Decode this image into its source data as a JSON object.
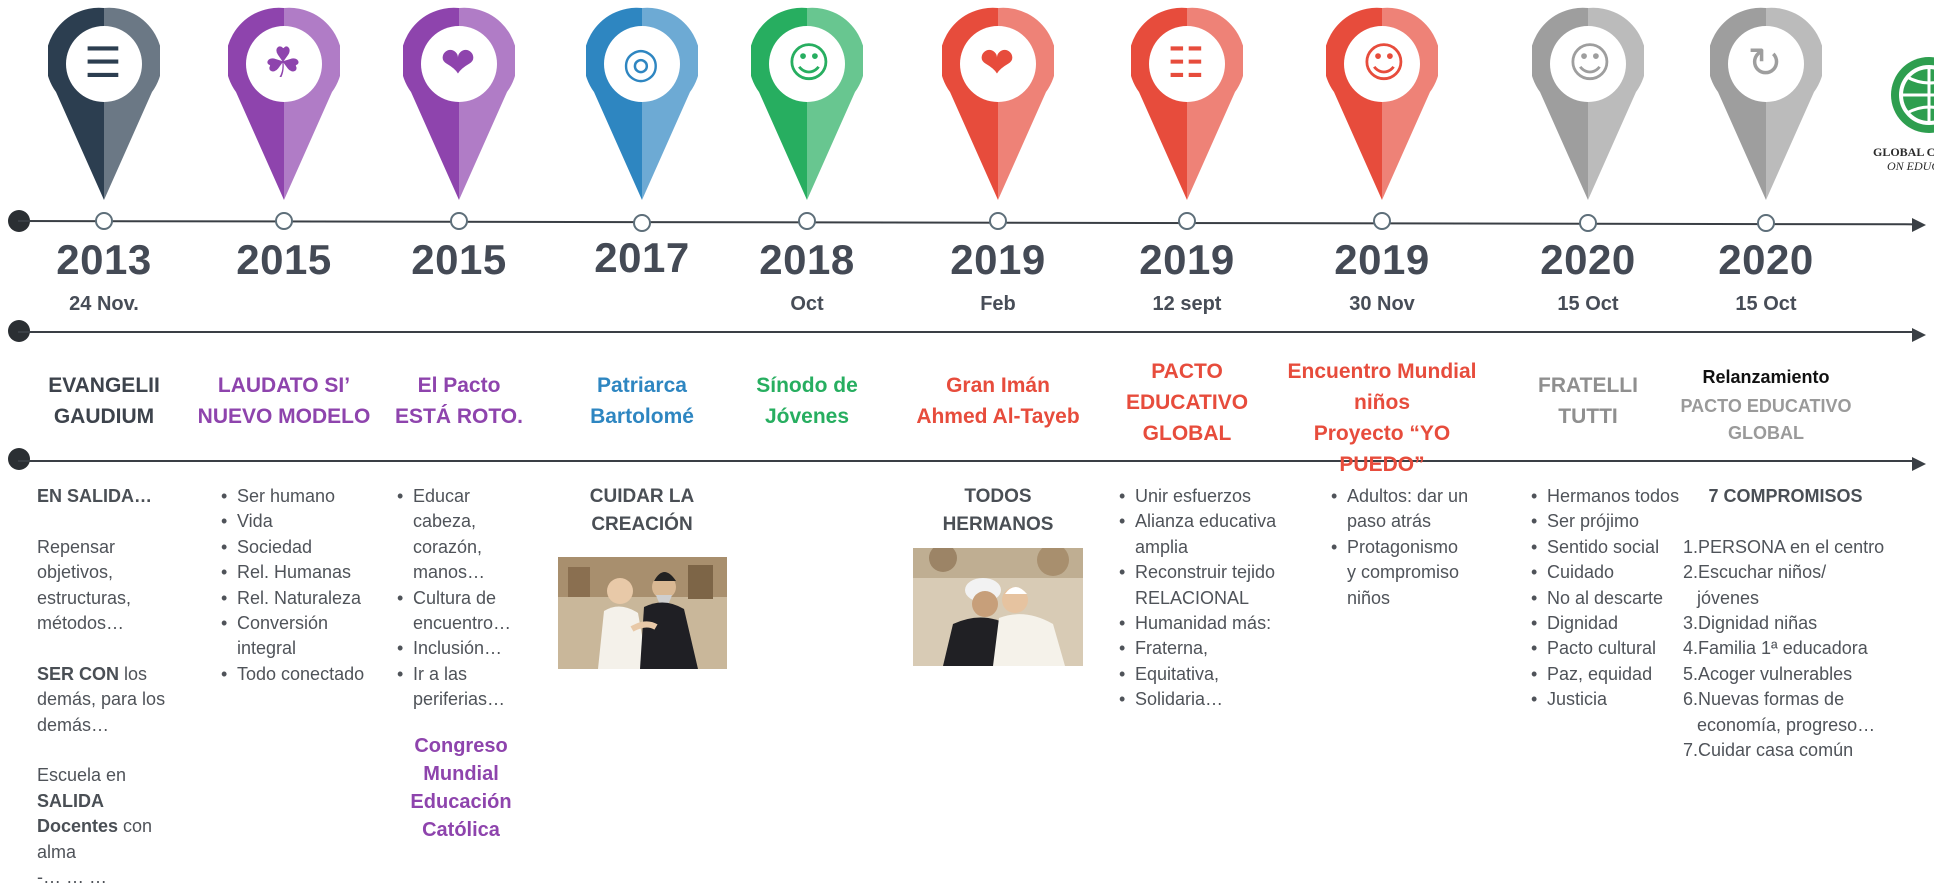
{
  "colors": {
    "dark": "#2c3e50",
    "purple": "#8e44ad",
    "blue": "#2e86c1",
    "green": "#27ae60",
    "red": "#e74c3c",
    "gray": "#9e9e9e"
  },
  "timeline": [
    {
      "year": "2013",
      "date": "24 Nov.",
      "title_lines": [
        "EVANGELII",
        "GAUDIUM"
      ],
      "icon": "book-icon",
      "color": "#2c3e50"
    },
    {
      "year": "2015",
      "date": "",
      "title_lines": [
        "LAUDATO SI’",
        "NUEVO MODELO"
      ],
      "icon": "leaf-icon",
      "color": "#8e44ad"
    },
    {
      "year": "2015",
      "date": "",
      "title_lines": [
        "El Pacto",
        "ESTÁ ROTO."
      ],
      "icon": "handshake-icon",
      "color": "#8e44ad"
    },
    {
      "year": "2017",
      "date": "",
      "title_lines": [
        "Patriarca",
        "Bartolomé"
      ],
      "icon": "globe-icon",
      "color": "#2e86c1"
    },
    {
      "year": "2018",
      "date": "Oct",
      "title_lines": [
        "Sínodo de",
        "Jóvenes"
      ],
      "icon": "people-icon",
      "color": "#27ae60"
    },
    {
      "year": "2019",
      "date": "Feb",
      "title_lines": [
        "Gran Imán",
        "Ahmed Al-Tayeb"
      ],
      "icon": "handshake-icon",
      "color": "#e74c3c"
    },
    {
      "year": "2019",
      "date": "12 sept",
      "title_lines": [
        "PACTO",
        "EDUCATIVO",
        "GLOBAL"
      ],
      "icon": "document-icon",
      "color": "#e74c3c"
    },
    {
      "year": "2019",
      "date": "30 Nov",
      "title_lines": [
        "Encuentro Mundial",
        "niños",
        "Proyecto “YO PUEDO”"
      ],
      "icon": "child-icon",
      "color": "#e74c3c"
    },
    {
      "year": "2020",
      "date": "15 Oct",
      "title_lines": [
        "FRATELLI",
        "TUTTI"
      ],
      "icon": "people-icon",
      "color": "#9e9e9e"
    },
    {
      "year": "2020",
      "date": "15 Oct",
      "title_lines": [
        "Relanzamiento",
        "PACTO EDUCATIVO",
        "GLOBAL"
      ],
      "icon": "refresh-icon",
      "color": "#9e9e9e"
    }
  ],
  "col0": {
    "heading": "EN SALIDA…",
    "p1": "Repensar objetivos, estructuras, métodos…",
    "p2_bold": "SER CON",
    "p2_rest": " los demás, para los demás…",
    "p3_a": "Escuela en",
    "p3_bold1": "SALIDA",
    "p3_bold2": "Docentes",
    "p3_b": " con alma",
    "p3_c": "-… … …"
  },
  "col1": {
    "items": [
      "Ser humano",
      "Vida",
      "Sociedad",
      "Rel. Humanas",
      "Rel. Naturaleza",
      "Conversión integral",
      "Todo conectado"
    ]
  },
  "col2": {
    "items": [
      "Educar cabeza, corazón, manos…",
      "Cultura de encuentro…",
      "Inclusión…",
      "Ir a las periferias…"
    ],
    "congress_lines": [
      "Congreso",
      "Mundial",
      "Educación",
      "Católica"
    ]
  },
  "col3": {
    "heading_lines": [
      "CUIDAR LA",
      "CREACIÓN"
    ]
  },
  "col5": {
    "heading_lines": [
      "TODOS",
      "HERMANOS"
    ]
  },
  "col6": {
    "items": [
      "Unir esfuerzos",
      "Alianza educativa amplia",
      "Reconstruir tejido RELACIONAL",
      "Humanidad más:",
      "Fraterna,",
      "Equitativa,",
      "Solidaria…"
    ]
  },
  "col7": {
    "items": [
      "Adultos: dar un paso atrás",
      "Protagonismo y compromiso niños"
    ]
  },
  "col8": {
    "items": [
      "Hermanos todos",
      "Ser prójimo",
      "Sentido social",
      "Cuidado",
      "No al descarte",
      "Dignidad",
      "Pacto cultural",
      "Paz, equidad",
      "Justicia"
    ]
  },
  "col9": {
    "heading": "7 COMPROMISOS",
    "items": [
      "1.PERSONA en el centro",
      "2.Escuchar niños/ jóvenes",
      "3.Dignidad niñas",
      "4.Familia 1ª educadora",
      "5.Acoger vulnerables",
      "6.Nuevas formas de economía, progreso…",
      "7.Cuidar casa común"
    ]
  },
  "logo": {
    "line1": "GLOBAL C",
    "line2": "ON EDUC",
    "icon": "globe-icon"
  }
}
